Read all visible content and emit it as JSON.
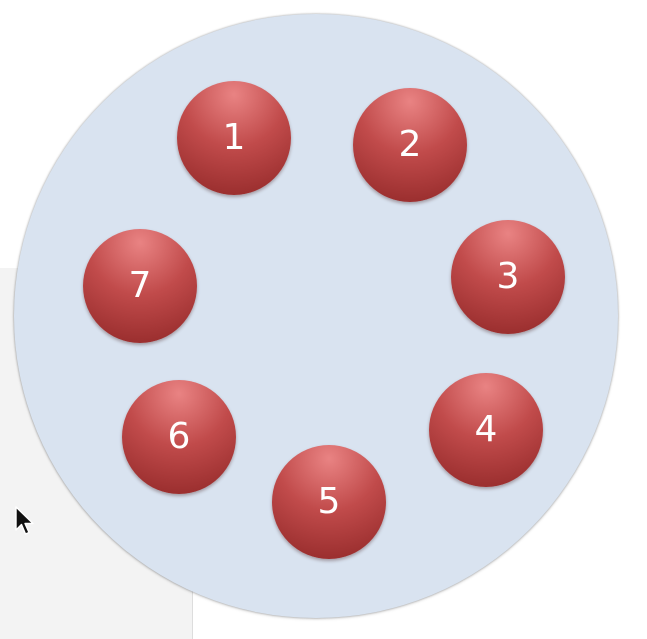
{
  "balls": [
    {
      "label": "1"
    },
    {
      "label": "2"
    },
    {
      "label": "3"
    },
    {
      "label": "4"
    },
    {
      "label": "5"
    },
    {
      "label": "6"
    },
    {
      "label": "7"
    }
  ],
  "colors": {
    "ball": "#c14b4b",
    "disc": "#d9e3f0",
    "ball_text": "#ffffff"
  },
  "icons": {
    "cursor": "mouse-pointer-icon"
  }
}
